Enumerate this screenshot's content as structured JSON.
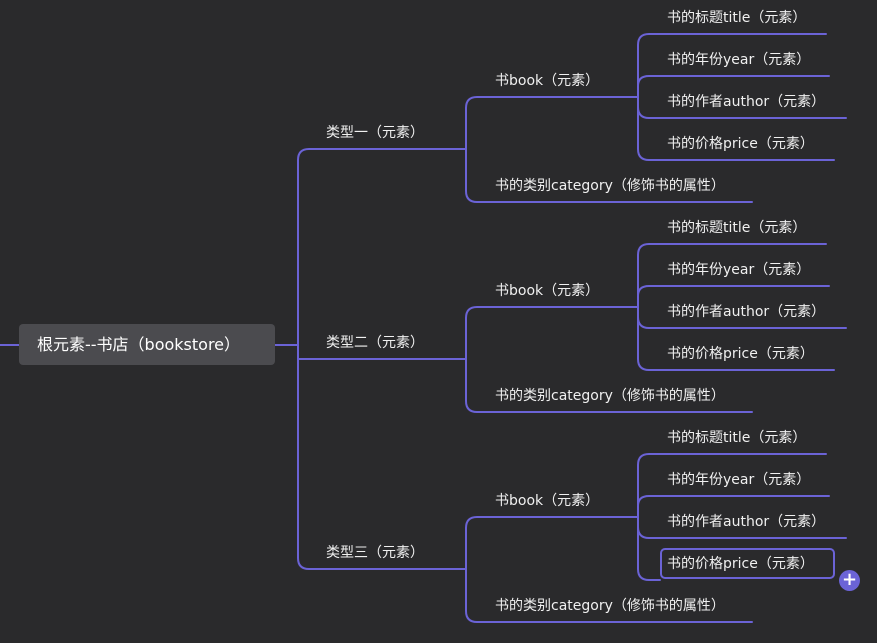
{
  "colors": {
    "background": "#2a2a2c",
    "branch_line": "#6b63d6",
    "root_fill": "#4b4b4f",
    "text": "#f0f0f0"
  },
  "mindmap": {
    "root": "根元素--书店（bookstore）",
    "types": [
      {
        "label": "类型一（元素）",
        "book": "书book（元素）",
        "category": "书的类别category（修饰书的属性）",
        "fields": [
          "书的标题title（元素）",
          "书的年份year（元素）",
          "书的作者author（元素）",
          "书的价格price（元素）"
        ]
      },
      {
        "label": "类型二（元素）",
        "book": "书book（元素）",
        "category": "书的类别category（修饰书的属性）",
        "fields": [
          "书的标题title（元素）",
          "书的年份year（元素）",
          "书的作者author（元素）",
          "书的价格price（元素）"
        ]
      },
      {
        "label": "类型三（元素）",
        "book": "书book（元素）",
        "category": "书的类别category（修饰书的属性）",
        "fields": [
          "书的标题title（元素）",
          "书的年份year（元素）",
          "书的作者author（元素）",
          "书的价格price（元素）"
        ]
      }
    ],
    "add_button": "+",
    "selected_icon": "plus-circle-icon"
  }
}
